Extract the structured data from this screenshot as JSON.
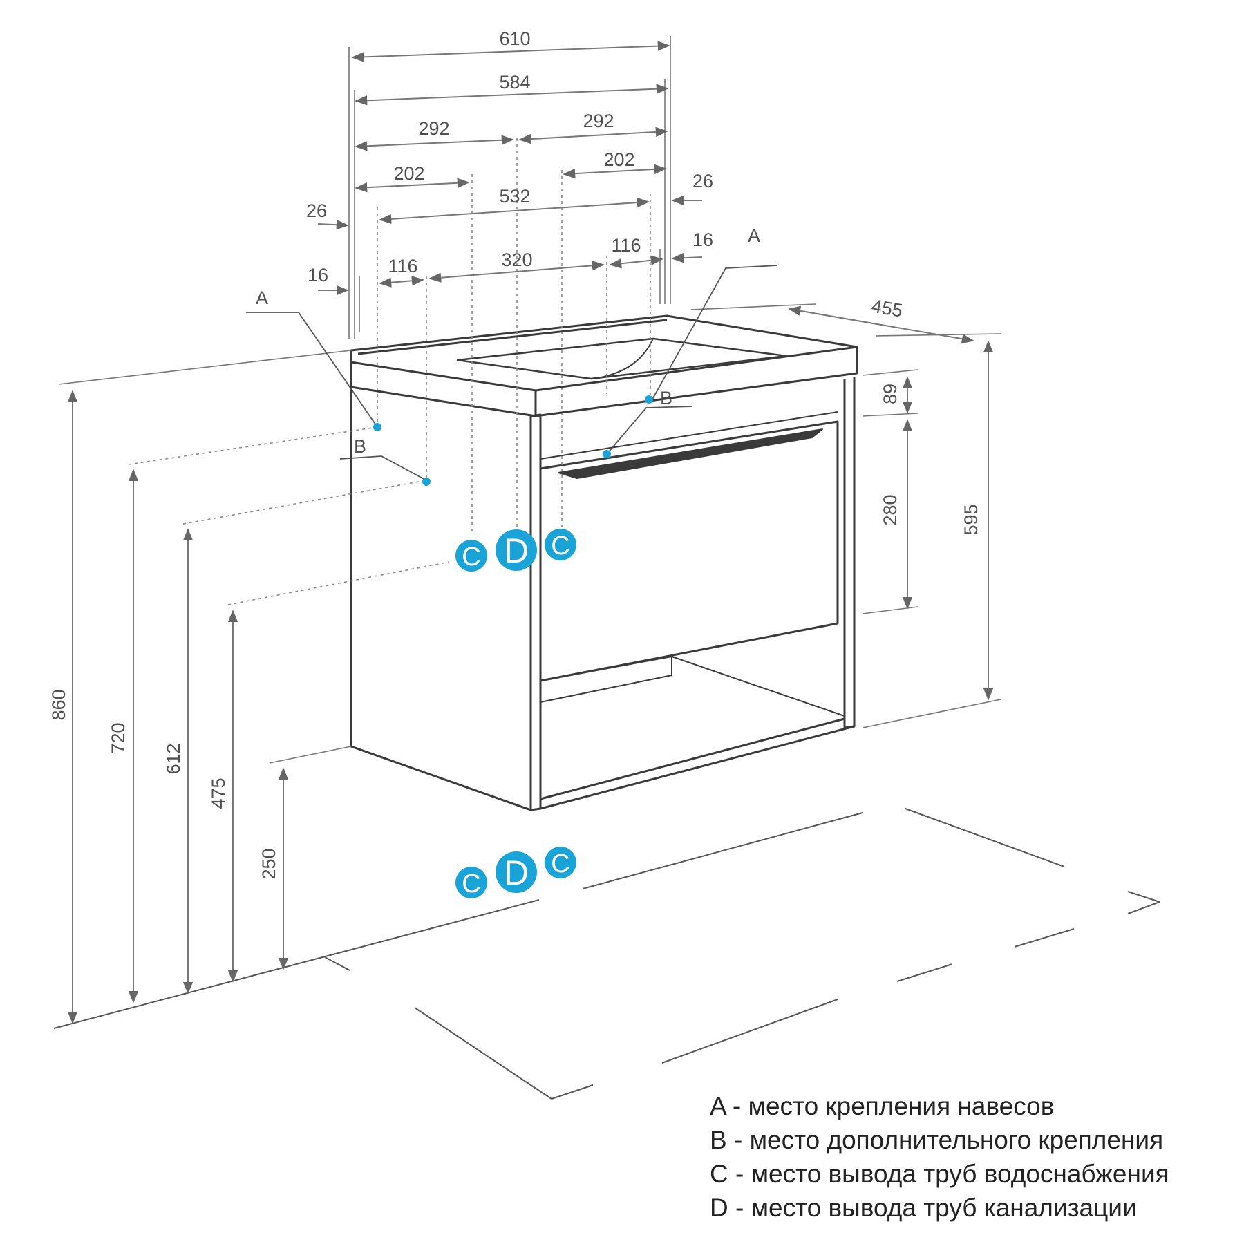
{
  "dimensions": {
    "w610": "610",
    "w584": "584",
    "w292a": "292",
    "w292b": "292",
    "w202a": "202",
    "w202b": "202",
    "w532": "532",
    "w26a": "26",
    "w26b": "26",
    "w16a": "16",
    "w16b": "16",
    "w116a": "116",
    "w116b": "116",
    "w320": "320",
    "d455": "455",
    "h89": "89",
    "h280": "280",
    "h595": "595",
    "h860": "860",
    "h720": "720",
    "h612": "612",
    "h475": "475",
    "h250": "250"
  },
  "markers": {
    "a": "A",
    "b": "B",
    "c": "C",
    "d": "D"
  },
  "colors": {
    "line": "#3a3a3a",
    "dim_line": "#777777",
    "marker": "#1aa3d6"
  },
  "legend": [
    {
      "key": "A",
      "text": "- место крепления навесов"
    },
    {
      "key": "B",
      "text": "- место дополнительного крепления"
    },
    {
      "key": "C",
      "text": "- место вывода труб водоснабжения"
    },
    {
      "key": "D",
      "text": "- место вывода труб канализации"
    }
  ]
}
